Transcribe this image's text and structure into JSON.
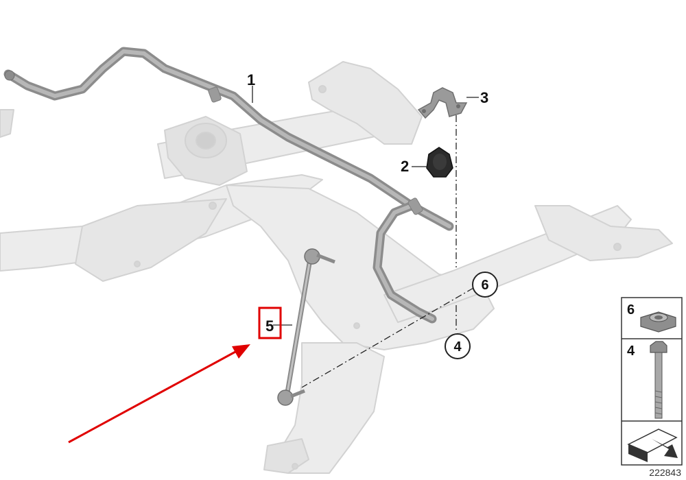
{
  "diagram": {
    "callouts": {
      "c1": "1",
      "c2": "2",
      "c3": "3",
      "c4": "4",
      "c5": "5",
      "c6": "6"
    },
    "legend": {
      "nut_label": "6",
      "bolt_label": "4"
    },
    "reference_number": "222843",
    "colors": {
      "frame_fill": "#ececec",
      "frame_stroke": "#d2d2d2",
      "bar_color": "#9a9a9a",
      "highlight_box": "#e00000",
      "arrow": "#e00000"
    }
  }
}
